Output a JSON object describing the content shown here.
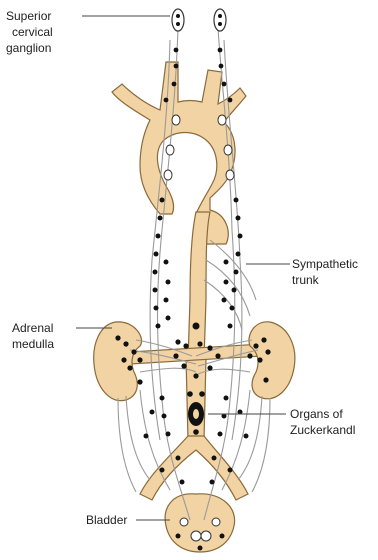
{
  "labels": {
    "superior_cervical_ganglion": [
      "Superior",
      "cervical",
      "ganglion"
    ],
    "sympathetic_trunk": [
      "Sympathetic",
      "trunk"
    ],
    "adrenal_medulla": [
      "Adrenal",
      "medulla"
    ],
    "organs_of_zuckerkandl": [
      "Organs of",
      "Zuckerkandl"
    ],
    "bladder": [
      "Bladder"
    ]
  },
  "colors": {
    "organ_fill": "#f2d3a3",
    "organ_stroke": "#8a6a3a",
    "paraganglia": "#111111",
    "nerve": "#9a9a9a",
    "leader_line": "#444444",
    "text": "#222222",
    "background": "#ffffff"
  }
}
